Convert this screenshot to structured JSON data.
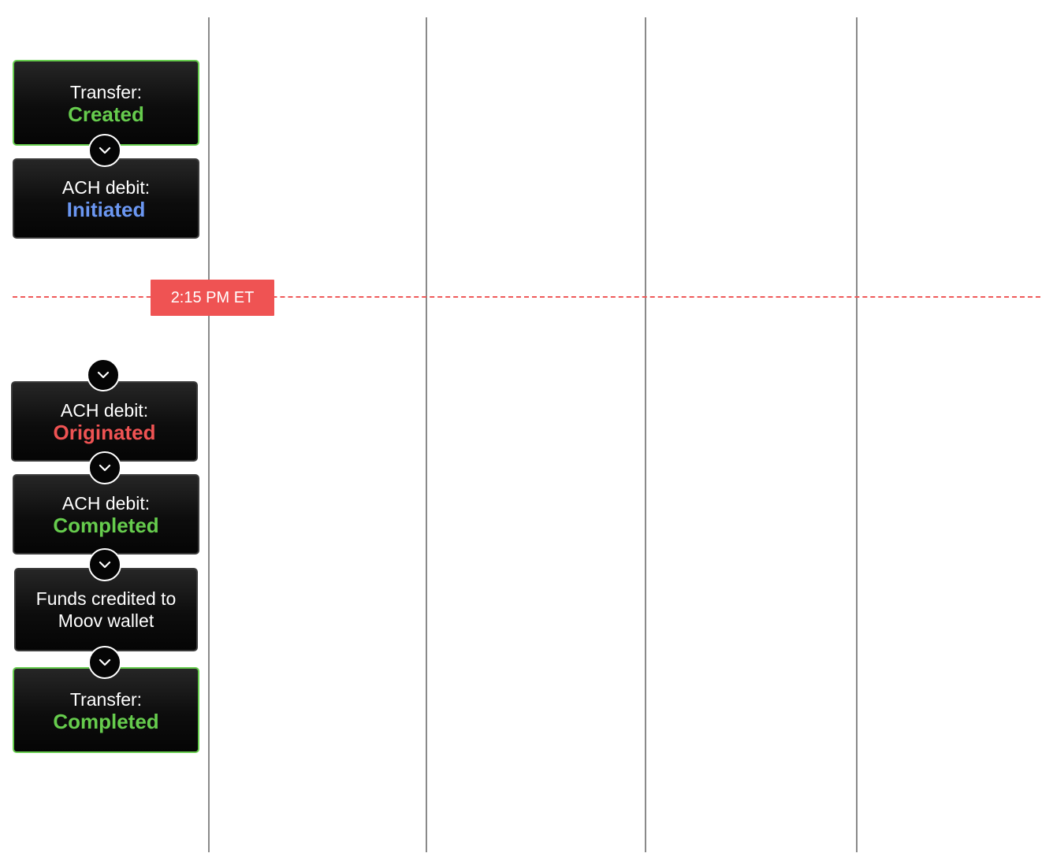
{
  "colors": {
    "success": "#66cc4d",
    "info": "#6b97f2",
    "alert": "#ef5353",
    "lane_line": "#8a8a8a"
  },
  "cutoff": {
    "label": "2:15 PM ET"
  },
  "steps": [
    {
      "label": "Transfer:",
      "status": "Created",
      "status_color": "#66cc4d",
      "highlighted": true
    },
    {
      "label": "ACH debit:",
      "status": "Initiated",
      "status_color": "#6b97f2",
      "highlighted": false
    },
    {
      "label": "ACH debit:",
      "status": "Originated",
      "status_color": "#ef5353",
      "highlighted": false
    },
    {
      "label": "ACH debit:",
      "status": "Completed",
      "status_color": "#66cc4d",
      "highlighted": false
    },
    {
      "label": "Funds credited to",
      "label2": "Moov wallet",
      "highlighted": false
    },
    {
      "label": "Transfer:",
      "status": "Completed",
      "status_color": "#66cc4d",
      "highlighted": true
    }
  ],
  "connector_icon": "chevron-down-icon"
}
